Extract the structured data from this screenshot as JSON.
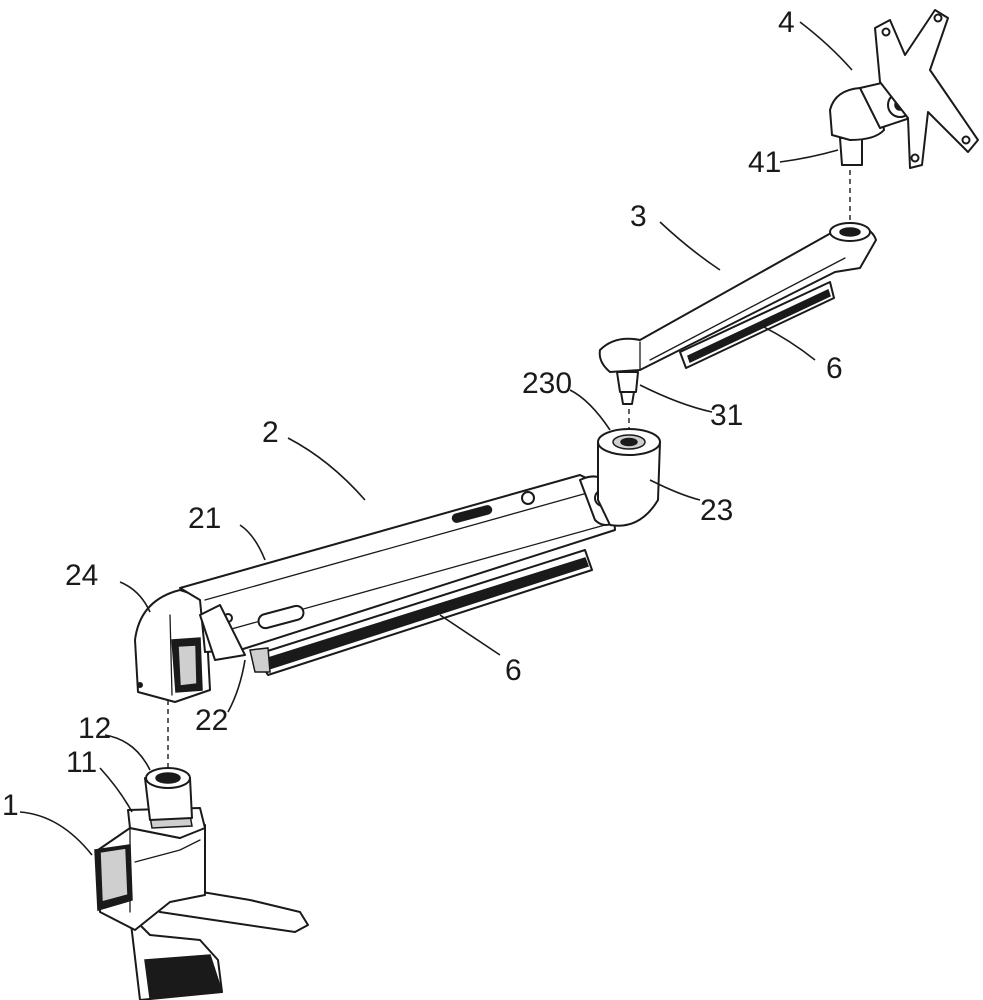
{
  "labels": {
    "base": "1",
    "collar_lower": "11",
    "collar_upper": "12",
    "lower_arm": "2",
    "lower_arm_body": "21",
    "lower_arm_bracket": "22",
    "elbow_joint": "23",
    "socket": "230",
    "shoulder_joint": "24",
    "upper_arm": "3",
    "upper_arm_pin": "31",
    "vesa_head": "4",
    "head_pin": "41",
    "cover_upper": "6",
    "cover_lower": "6"
  }
}
